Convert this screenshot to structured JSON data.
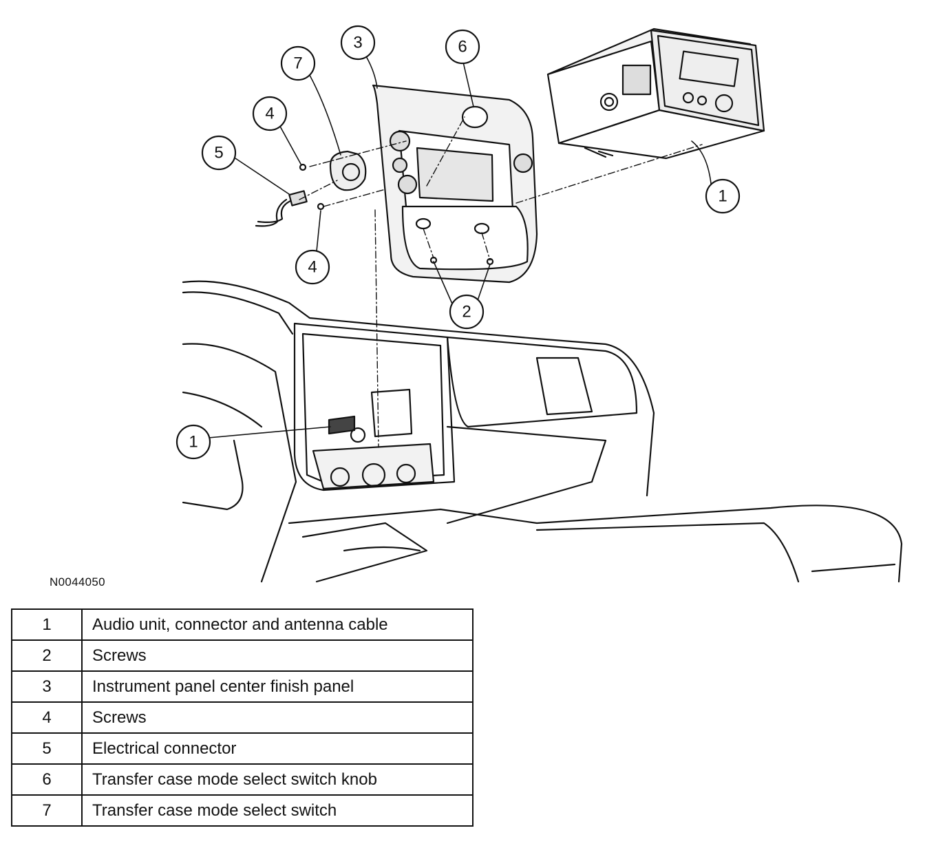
{
  "figure_id": "N0044050",
  "callouts": [
    {
      "key": "c1a",
      "label": "1"
    },
    {
      "key": "c1b",
      "label": "1"
    },
    {
      "key": "c2",
      "label": "2"
    },
    {
      "key": "c3",
      "label": "3"
    },
    {
      "key": "c4a",
      "label": "4"
    },
    {
      "key": "c4b",
      "label": "4"
    },
    {
      "key": "c5",
      "label": "5"
    },
    {
      "key": "c6",
      "label": "6"
    },
    {
      "key": "c7",
      "label": "7"
    }
  ],
  "legend": [
    {
      "num": "1",
      "desc": "Audio unit, connector and antenna cable"
    },
    {
      "num": "2",
      "desc": "Screws"
    },
    {
      "num": "3",
      "desc": "Instrument panel center finish panel"
    },
    {
      "num": "4",
      "desc": "Screws"
    },
    {
      "num": "5",
      "desc": "Electrical connector"
    },
    {
      "num": "6",
      "desc": "Transfer case mode select switch knob"
    },
    {
      "num": "7",
      "desc": "Transfer case mode select switch"
    }
  ]
}
